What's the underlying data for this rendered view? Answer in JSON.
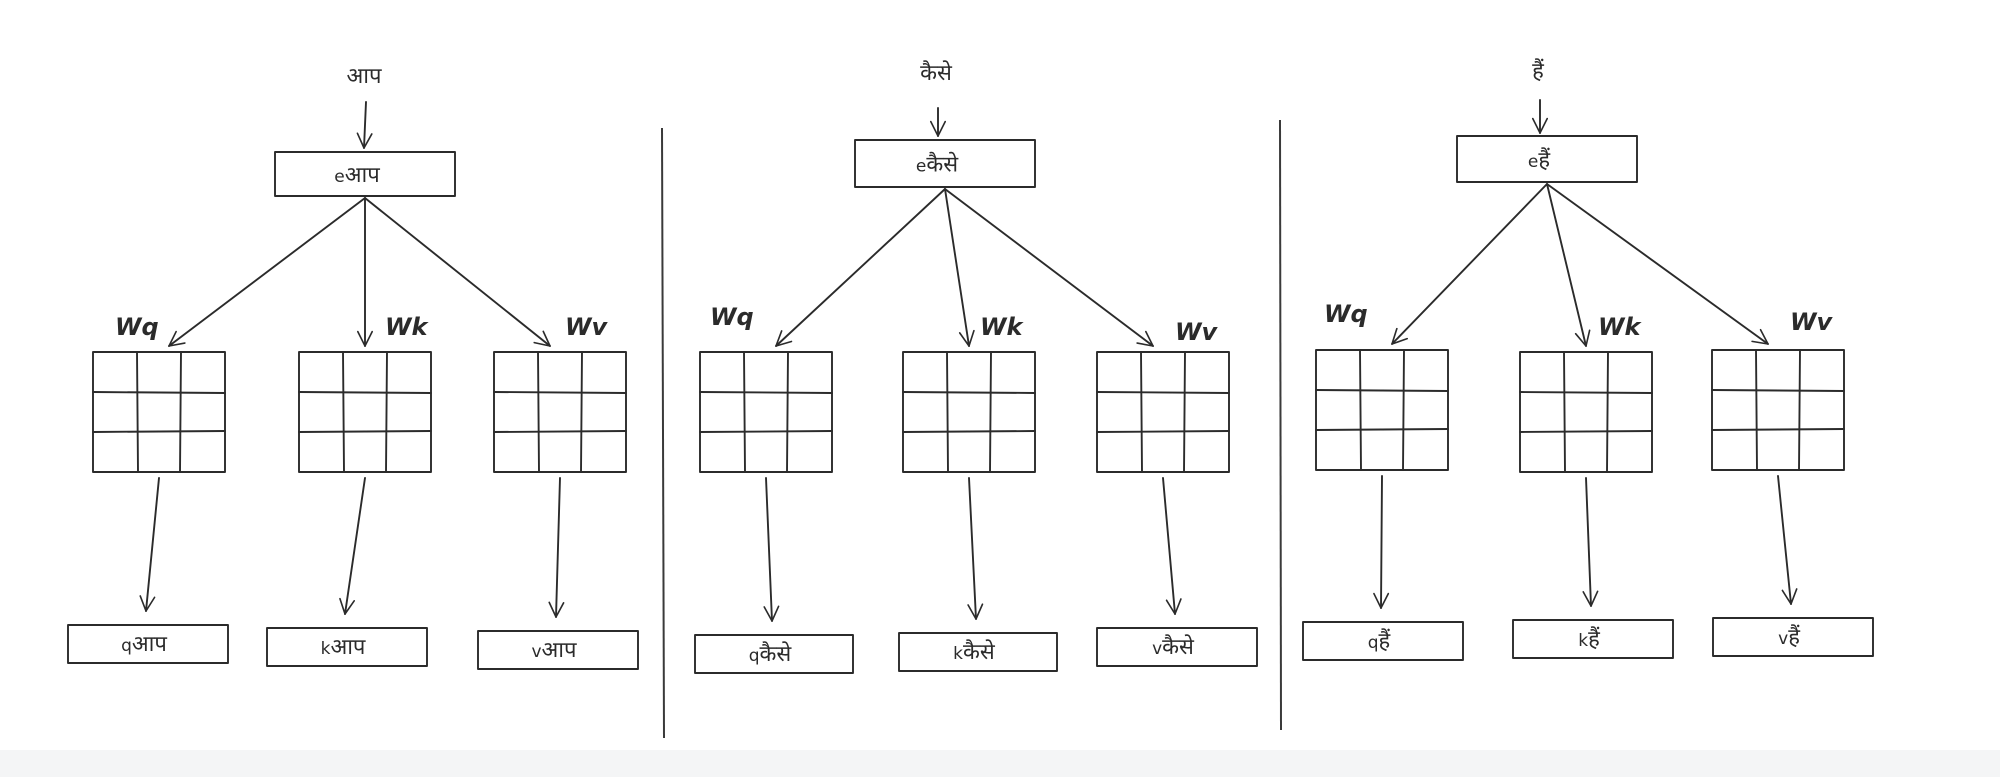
{
  "colors": {
    "embedding": "#fbe28a",
    "query": "#aee8ad",
    "key": "#fcc7c9",
    "value": "#a9d5fb",
    "ink": "#2b2b2b",
    "divider": "#3a3a3a"
  },
  "icons": [
    "arrow-down",
    "arrow-diagonal"
  ],
  "panels": [
    {
      "word": "आप",
      "embedding": {
        "prefix": "e",
        "token": "आप"
      },
      "weights": {
        "q": "Wq",
        "k": "Wk",
        "v": "Wv"
      },
      "outputs": {
        "q": {
          "prefix": "q",
          "token": "आप"
        },
        "k": {
          "prefix": "k",
          "token": "आप"
        },
        "v": {
          "prefix": "v",
          "token": "आप"
        }
      }
    },
    {
      "word": "कैसे",
      "embedding": {
        "prefix": "e",
        "token": "कैसे"
      },
      "weights": {
        "q": "Wq",
        "k": "Wk",
        "v": "Wv"
      },
      "outputs": {
        "q": {
          "prefix": "q",
          "token": "कैसे"
        },
        "k": {
          "prefix": "k",
          "token": "कैसे"
        },
        "v": {
          "prefix": "v",
          "token": "कैसे"
        }
      }
    },
    {
      "word": "हैं",
      "embedding": {
        "prefix": "e",
        "token": "हैं"
      },
      "weights": {
        "q": "Wq",
        "k": "Wk",
        "v": "Wv"
      },
      "outputs": {
        "q": {
          "prefix": "q",
          "token": "हैं"
        },
        "k": {
          "prefix": "k",
          "token": "हैं"
        },
        "v": {
          "prefix": "v",
          "token": "हैं"
        }
      }
    }
  ]
}
